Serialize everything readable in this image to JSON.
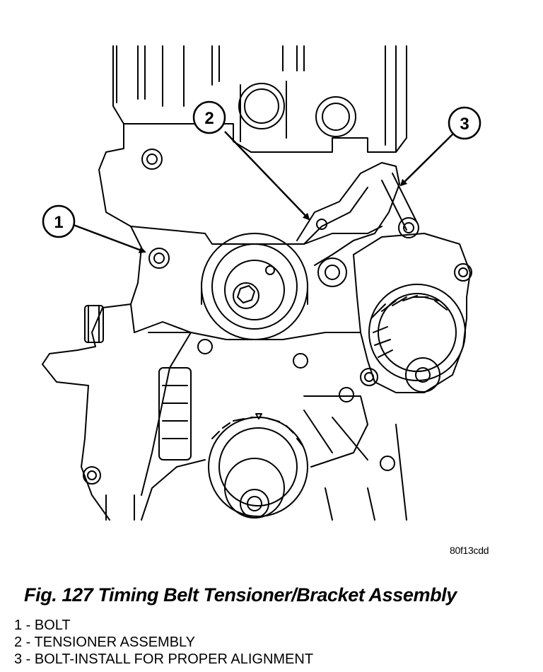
{
  "figure": {
    "callouts": [
      {
        "number": "1"
      },
      {
        "number": "2"
      },
      {
        "number": "3"
      }
    ],
    "reference_code": "80f13cdd"
  },
  "caption": "Fig. 127 Timing Belt Tensioner/Bracket Assembly",
  "legend": [
    {
      "text": "1 - BOLT"
    },
    {
      "text": "2 - TENSIONER ASSEMBLY"
    },
    {
      "text": "3 - BOLT-INSTALL FOR PROPER ALIGNMENT"
    }
  ]
}
